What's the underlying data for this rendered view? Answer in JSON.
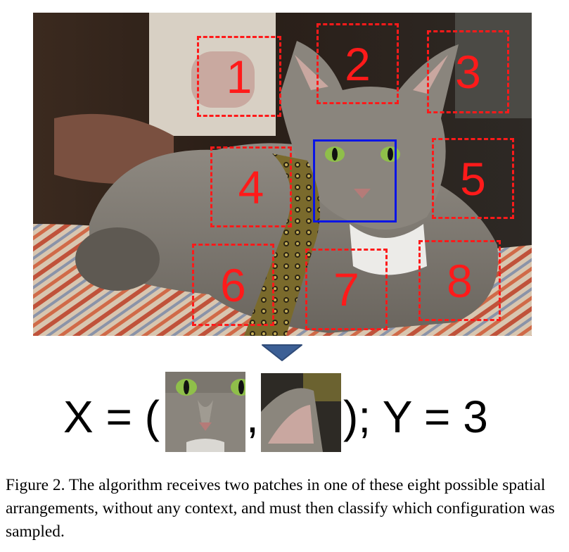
{
  "figure": {
    "patch_labels": [
      "1",
      "2",
      "3",
      "4",
      "5",
      "6",
      "7",
      "8"
    ],
    "equation": {
      "x_prefix": "X = (",
      "comma": ",",
      "suffix": "); Y = 3"
    },
    "caption": "Figure 2. The algorithm receives two patches in one of these eight possible spatial arrangements, without any context, and must then classify which configuration was sampled.",
    "colors": {
      "patch_border": "#ff1a1a",
      "center_border": "#0a14e6",
      "arrow": "#3c5f95"
    }
  }
}
